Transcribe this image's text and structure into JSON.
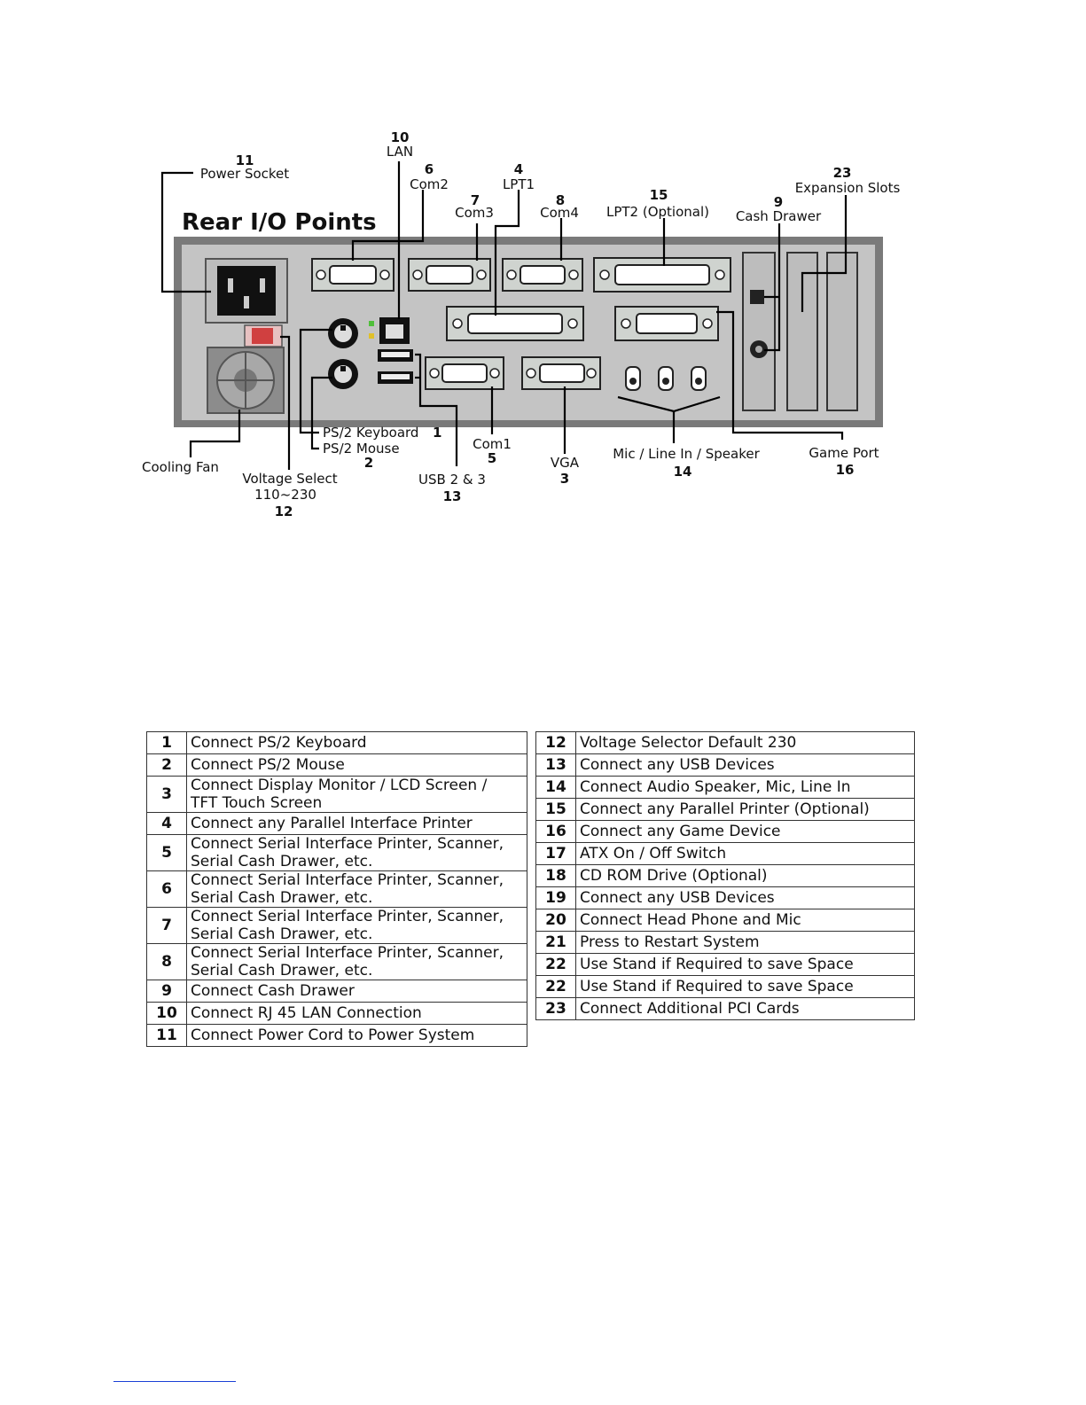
{
  "diagram": {
    "title": "Rear I/O Points",
    "callouts": [
      {
        "id": "c11",
        "num": "11",
        "label": "Power Socket"
      },
      {
        "id": "c10",
        "num": "10",
        "label": "LAN"
      },
      {
        "id": "c6",
        "num": "6",
        "label": "Com2"
      },
      {
        "id": "c7",
        "num": "7",
        "label": "Com3"
      },
      {
        "id": "c4",
        "num": "4",
        "label": "LPT1"
      },
      {
        "id": "c8",
        "num": "8",
        "label": "Com4"
      },
      {
        "id": "c15",
        "num": "15",
        "label": "LPT2 (Optional)"
      },
      {
        "id": "c9",
        "num": "9",
        "label": "Cash Drawer"
      },
      {
        "id": "c23",
        "num": "23",
        "label": "Expansion Slots"
      },
      {
        "id": "c1",
        "num": "1",
        "label": "PS/2 Keyboard"
      },
      {
        "id": "c2",
        "num": "2",
        "label": "PS/2 Mouse"
      },
      {
        "id": "cfan",
        "num": "",
        "label": "Cooling Fan"
      },
      {
        "id": "c12",
        "num": "12",
        "label": "Voltage Select",
        "sub": "110~230"
      },
      {
        "id": "c13",
        "num": "13",
        "label": "USB 2 & 3"
      },
      {
        "id": "c5",
        "num": "5",
        "label": "Com1"
      },
      {
        "id": "c3",
        "num": "3",
        "label": "VGA"
      },
      {
        "id": "c14",
        "num": "14",
        "label": "Mic / Line In / Speaker"
      },
      {
        "id": "c16",
        "num": "16",
        "label": "Game Port"
      }
    ]
  },
  "legend": {
    "left": [
      {
        "num": "1",
        "text": "Connect PS/2 Keyboard"
      },
      {
        "num": "2",
        "text": "Connect PS/2 Mouse"
      },
      {
        "num": "3",
        "text": "Connect Display Monitor / LCD Screen /\nTFT Touch Screen"
      },
      {
        "num": "4",
        "text": "Connect any Parallel Interface Printer"
      },
      {
        "num": "5",
        "text": "Connect Serial Interface Printer, Scanner,\nSerial Cash Drawer, etc."
      },
      {
        "num": "6",
        "text": "Connect Serial Interface Printer, Scanner,\nSerial Cash Drawer, etc."
      },
      {
        "num": "7",
        "text": "Connect Serial Interface Printer, Scanner,\nSerial Cash Drawer, etc."
      },
      {
        "num": "8",
        "text": "Connect Serial Interface Printer, Scanner,\nSerial Cash Drawer, etc."
      },
      {
        "num": "9",
        "text": "Connect Cash Drawer"
      },
      {
        "num": "10",
        "text": "Connect RJ 45 LAN Connection"
      },
      {
        "num": "11",
        "text": "Connect Power Cord to Power System"
      }
    ],
    "right": [
      {
        "num": "12",
        "text": "Voltage Selector Default 230"
      },
      {
        "num": "13",
        "text": "Connect any USB Devices"
      },
      {
        "num": "14",
        "text": "Connect Audio Speaker, Mic, Line In"
      },
      {
        "num": "15",
        "text": "Connect any Parallel Printer (Optional)"
      },
      {
        "num": "16",
        "text": "Connect any Game Device"
      },
      {
        "num": "17",
        "text": "ATX On / Off Switch"
      },
      {
        "num": "18",
        "text": "CD ROM Drive (Optional)"
      },
      {
        "num": "19",
        "text": "Connect any USB Devices"
      },
      {
        "num": "20",
        "text": "Connect Head Phone and Mic"
      },
      {
        "num": "21",
        "text": "Press to Restart System"
      },
      {
        "num": "22",
        "text": "Use Stand if Required to save Space"
      },
      {
        "num": "22",
        "text": "Use Stand if Required to save Space"
      },
      {
        "num": "23",
        "text": "Connect Additional PCI Cards"
      }
    ]
  }
}
